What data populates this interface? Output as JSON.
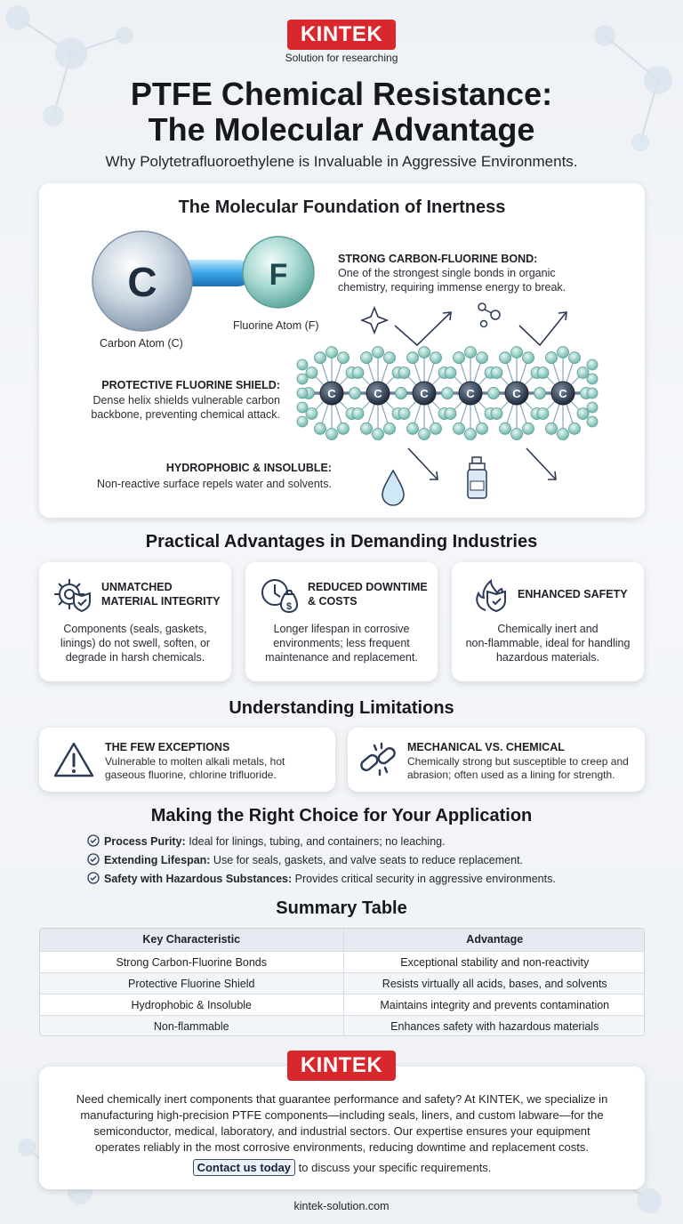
{
  "brand": {
    "name": "KINTEK",
    "tagline": "Solution for researching"
  },
  "header": {
    "title_line1": "PTFE Chemical Resistance:",
    "title_line2": "The Molecular Advantage",
    "subtitle": "Why Polytetrafluoroethylene is Invaluable in Aggressive Environments."
  },
  "foundation": {
    "heading": "The Molecular Foundation of Inertness",
    "carbon_symbol": "C",
    "fluorine_symbol": "F",
    "carbon_label": "Carbon Atom (C)",
    "fluorine_label": "Fluorine Atom (F)",
    "bond": {
      "title": "STRONG CARBON-FLUORINE BOND:",
      "desc_line1": "One of the strongest single bonds in organic",
      "desc_line2": "chemistry, requiring immense energy to break."
    },
    "shield": {
      "title": "PROTECTIVE FLUORINE SHIELD:",
      "desc_line1": "Dense helix shields vulnerable carbon",
      "desc_line2": "backbone, preventing chemical attack."
    },
    "hydro": {
      "title": "HYDROPHOBIC & INSOLUBLE:",
      "desc": "Non-reactive surface repels water and solvents."
    },
    "chain_atom": "C"
  },
  "advantages": {
    "heading": "Practical Advantages in Demanding Industries",
    "cards": [
      {
        "title_line1": "UNMATCHED",
        "title_line2": "MATERIAL INTEGRITY",
        "desc_line1": "Components (seals, gaskets,",
        "desc_line2": "linings) do not swell, soften, or",
        "desc_line3": "degrade in harsh chemicals."
      },
      {
        "title_line1": "REDUCED DOWNTIME",
        "title_line2": "& COSTS",
        "desc_line1": "Longer lifespan in corrosive",
        "desc_line2": "environments; less frequent",
        "desc_line3": "maintenance and replacement."
      },
      {
        "title_line1": "ENHANCED SAFETY",
        "title_line2": "",
        "desc_line1": "Chemically inert and",
        "desc_line2": "non-flammable, ideal for handling",
        "desc_line3": "hazardous materials."
      }
    ]
  },
  "limitations": {
    "heading": "Understanding Limitations",
    "cards": [
      {
        "title": "THE FEW EXCEPTIONS",
        "desc_line1": "Vulnerable to molten alkali metals, hot",
        "desc_line2": "gaseous fluorine, chlorine trifluoride."
      },
      {
        "title": "MECHANICAL VS. CHEMICAL",
        "desc_line1": "Chemically strong but susceptible to creep and",
        "desc_line2": "abrasion; often used as a lining for strength."
      }
    ]
  },
  "choice": {
    "heading": "Making the Right Choice for Your Application",
    "items": [
      {
        "label": "Process Purity:",
        "text": " Ideal for linings, tubing, and containers; no leaching."
      },
      {
        "label": "Extending Lifespan:",
        "text": " Use for seals, gaskets, and valve seats to reduce replacement."
      },
      {
        "label": "Safety with Hazardous Substances:",
        "text": " Provides critical security in aggressive environments."
      }
    ]
  },
  "summary": {
    "heading": "Summary Table",
    "columns": [
      "Key Characteristic",
      "Advantage"
    ],
    "rows": [
      [
        "Strong Carbon-Fluorine Bonds",
        "Exceptional stability and non-reactivity"
      ],
      [
        "Protective Fluorine Shield",
        "Resists virtually all acids, bases, and solvents"
      ],
      [
        "Hydrophobic & Insoluble",
        "Maintains integrity and prevents contamination"
      ],
      [
        "Non-flammable",
        "Enhances safety with hazardous materials"
      ]
    ]
  },
  "cta": {
    "line1": "Need chemically inert components that guarantee performance and safety? At KINTEK, we specialize in",
    "line2": "manufacturing high-precision PTFE components—including seals, liners, and custom labware—for the",
    "line3": "semiconductor, medical, laboratory, and industrial sectors. Our expertise ensures your equipment",
    "line4": "operates reliably in the most corrosive environments, reducing downtime and replacement costs.",
    "button": "Contact us today",
    "after_button": " to discuss your specific requirements."
  },
  "footer": {
    "website": "kintek-solution.com"
  },
  "colors": {
    "brand_red": "#d9272e",
    "atom_teal": "#7fc6be",
    "bond_blue": "#39a6e8",
    "icon_navy": "#2b3a55"
  }
}
